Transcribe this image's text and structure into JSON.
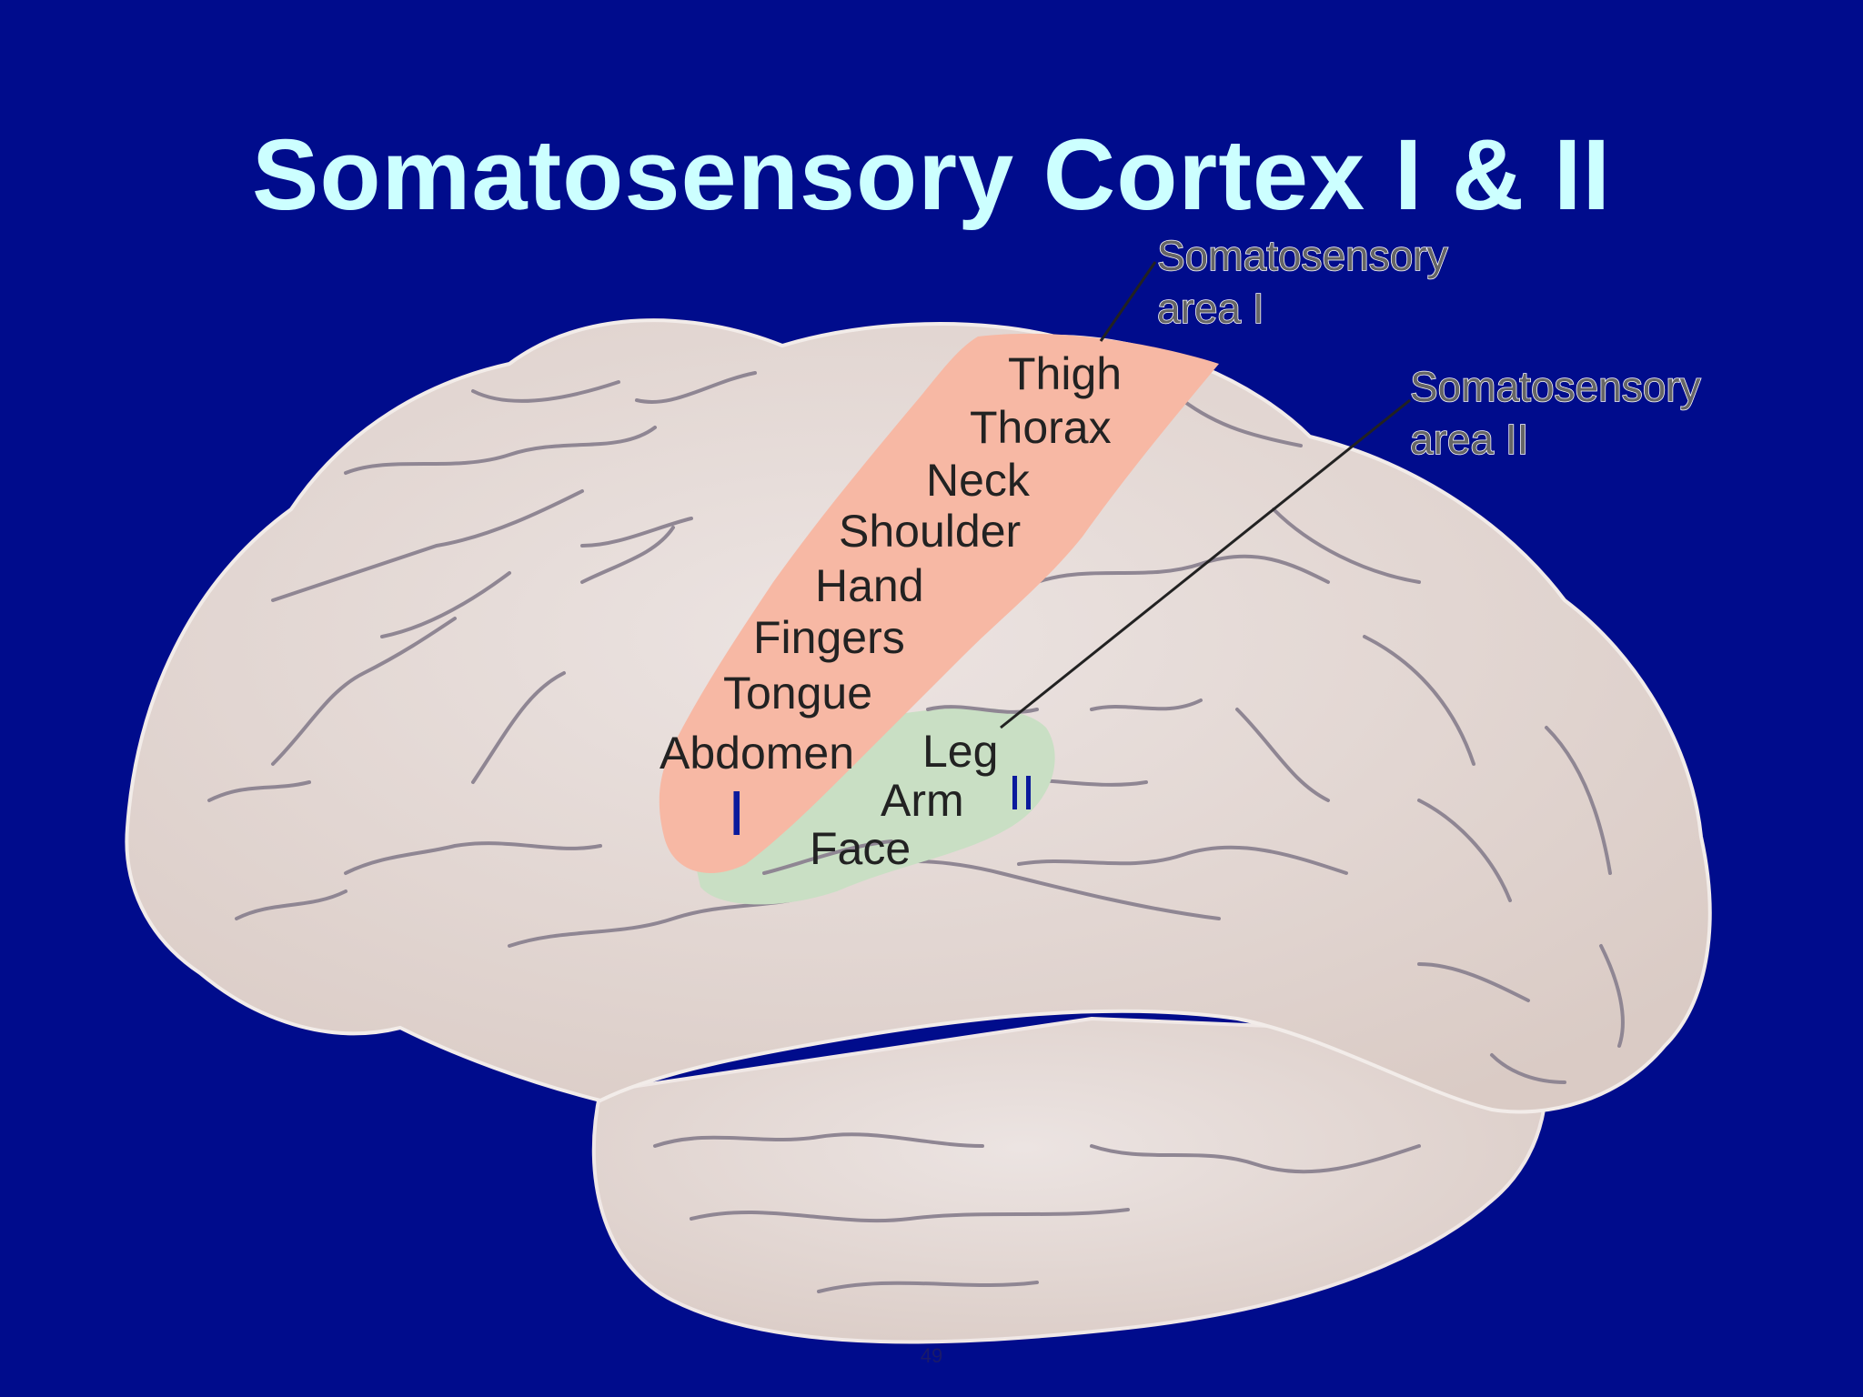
{
  "slide": {
    "title": "Somatosensory Cortex I & II",
    "page_number": "49"
  },
  "diagram": {
    "callouts": {
      "area_1": [
        "Somatosensory",
        "area I"
      ],
      "area_2": [
        "Somatosensory",
        "area II"
      ]
    },
    "area_1_parts": [
      "Thigh",
      "Thorax",
      "Neck",
      "Shoulder",
      "Hand",
      "Fingers",
      "Tongue",
      "Abdomen"
    ],
    "area_2_parts": [
      "Leg",
      "Arm",
      "Face"
    ],
    "area_1_marker": "I",
    "area_2_marker": "II"
  },
  "colors": {
    "background": "#000c8c",
    "title": "#ccffff",
    "brain": "#e3d6d1",
    "area_1": "#f7b8a4",
    "area_2": "#c9dfc4",
    "markers": "#0a1a9c"
  },
  "icons": [
    "brain-illustration"
  ]
}
